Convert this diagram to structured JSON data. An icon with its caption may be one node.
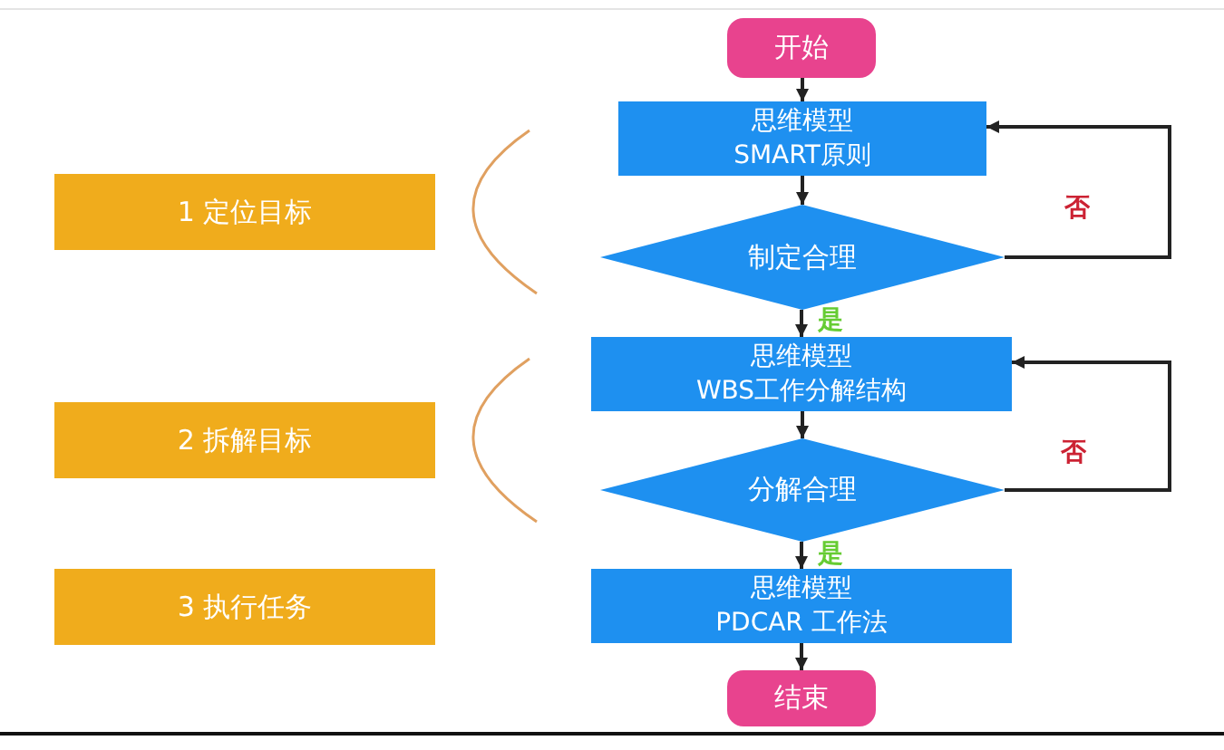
{
  "diagram": {
    "nodes": [
      {
        "text": [
          "开始"
        ]
      },
      {
        "text": [
          "思维模型",
          "SMART原则"
        ]
      },
      {
        "text": [
          "制定合理"
        ]
      },
      {
        "text": [
          "思维模型",
          "WBS工作分解结构"
        ]
      },
      {
        "text": [
          "分解合理"
        ]
      },
      {
        "text": [
          "思维模型",
          "PDCAR 工作法"
        ]
      },
      {
        "text": [
          "结束"
        ]
      },
      {
        "text": [
          "1 定位目标"
        ]
      },
      {
        "text": [
          "2 拆解目标"
        ]
      },
      {
        "text": [
          "3 执行任务"
        ]
      }
    ],
    "edges": [
      {
        "from": 0,
        "to": 1,
        "arrow": "to"
      },
      {
        "from": 1,
        "to": 2,
        "arrow": "to"
      },
      {
        "from": 2,
        "to": 3,
        "arrow": "to",
        "label": "是"
      },
      {
        "from": 2,
        "to": 1,
        "arrow": "to",
        "label": "否"
      },
      {
        "from": 3,
        "to": 4,
        "arrow": "to"
      },
      {
        "from": 4,
        "to": 3,
        "arrow": "to",
        "label": "否"
      },
      {
        "from": 4,
        "to": 5,
        "arrow": "to",
        "label": "是"
      },
      {
        "from": 5,
        "to": 6,
        "arrow": "to"
      }
    ]
  }
}
